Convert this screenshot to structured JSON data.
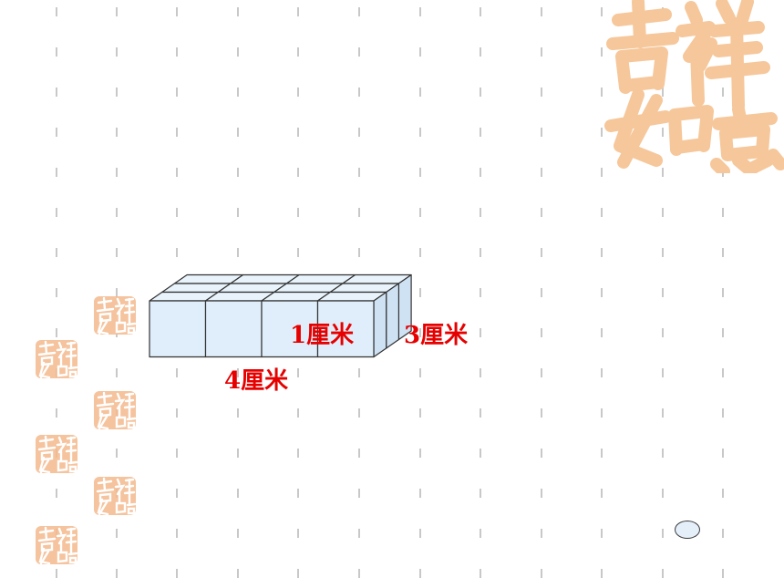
{
  "colors": {
    "label_red": "#e60000",
    "cube_fill": "#dfeefa",
    "cube_top": "#e8f3fb",
    "cube_side": "#cfe2f3",
    "edge": "#333333",
    "dash": "#c8c8c8",
    "seal": "#f6c79a",
    "seal_small": "#f3b88c",
    "oval_fill": "#e4effa"
  },
  "diagram": {
    "length": {
      "value": 4,
      "unit": "厘米"
    },
    "width": {
      "value": 3,
      "unit": "厘米"
    },
    "height": {
      "value": 1,
      "unit": "厘米"
    }
  },
  "labels": {
    "length": "4厘米",
    "width": "3厘米",
    "height": "1厘米"
  },
  "decorations": {
    "seal_icon": "auspicious-seal-icon"
  }
}
